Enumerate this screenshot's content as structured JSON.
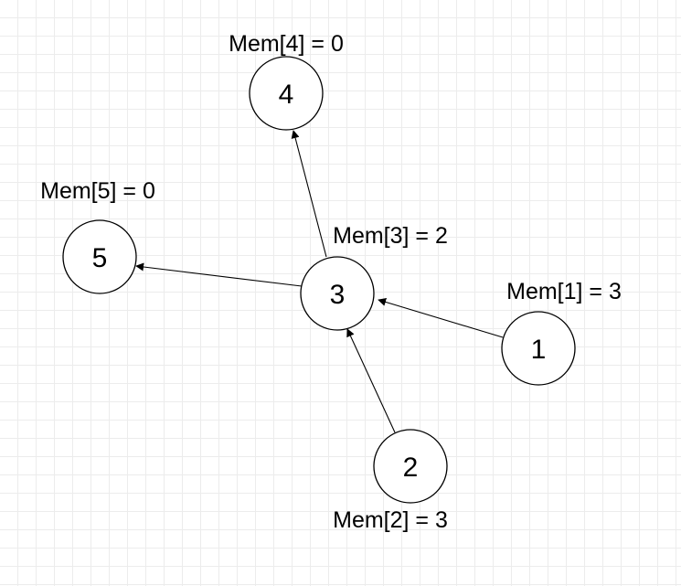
{
  "nodes": [
    {
      "id": "1",
      "label": "1",
      "mem": "Mem[1] = 3"
    },
    {
      "id": "2",
      "label": "2",
      "mem": "Mem[2] = 3"
    },
    {
      "id": "3",
      "label": "3",
      "mem": "Mem[3] = 2"
    },
    {
      "id": "4",
      "label": "4",
      "mem": "Mem[4] = 0"
    },
    {
      "id": "5",
      "label": "5",
      "mem": "Mem[5] = 0"
    }
  ],
  "edges": [
    {
      "from": "1",
      "to": "3"
    },
    {
      "from": "2",
      "to": "3"
    },
    {
      "from": "3",
      "to": "4"
    },
    {
      "from": "3",
      "to": "5"
    }
  ]
}
